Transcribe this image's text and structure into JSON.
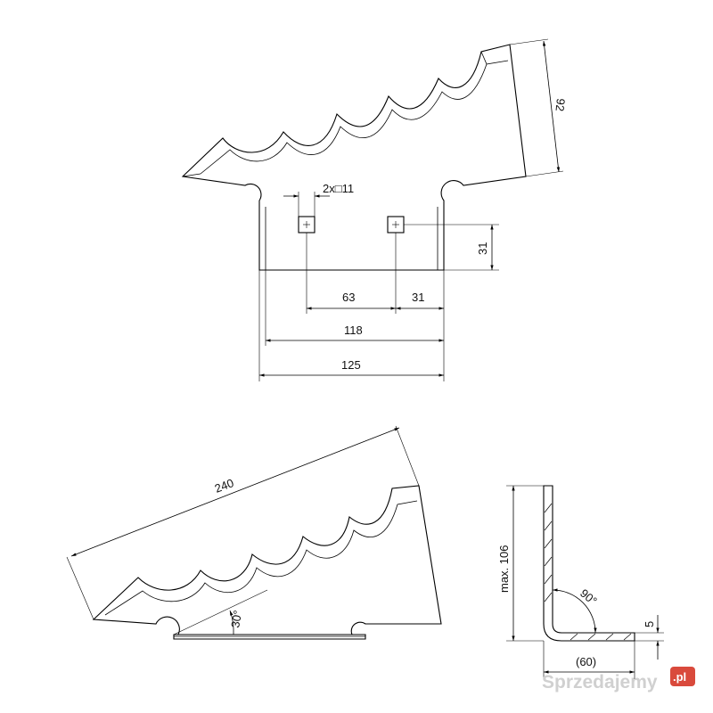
{
  "dimensions": {
    "height_top": "92",
    "holes_label": "2x□11",
    "hole_offset_v": "31",
    "hole_spacing": "63",
    "hole_to_edge": "31",
    "inner_width": "118",
    "outer_width": "125",
    "length_diag": "240",
    "angle_blade": "30°",
    "angle_profile": "90°",
    "height_max": "max. 106",
    "thickness": "5",
    "flange_width": "(60)"
  },
  "watermark": {
    "text": "Sprzedajemy",
    "suffix": ".pl"
  },
  "colors": {
    "line": "#000000",
    "watermark": "#d0d0d0",
    "watermark_badge": "#d94a3c"
  }
}
